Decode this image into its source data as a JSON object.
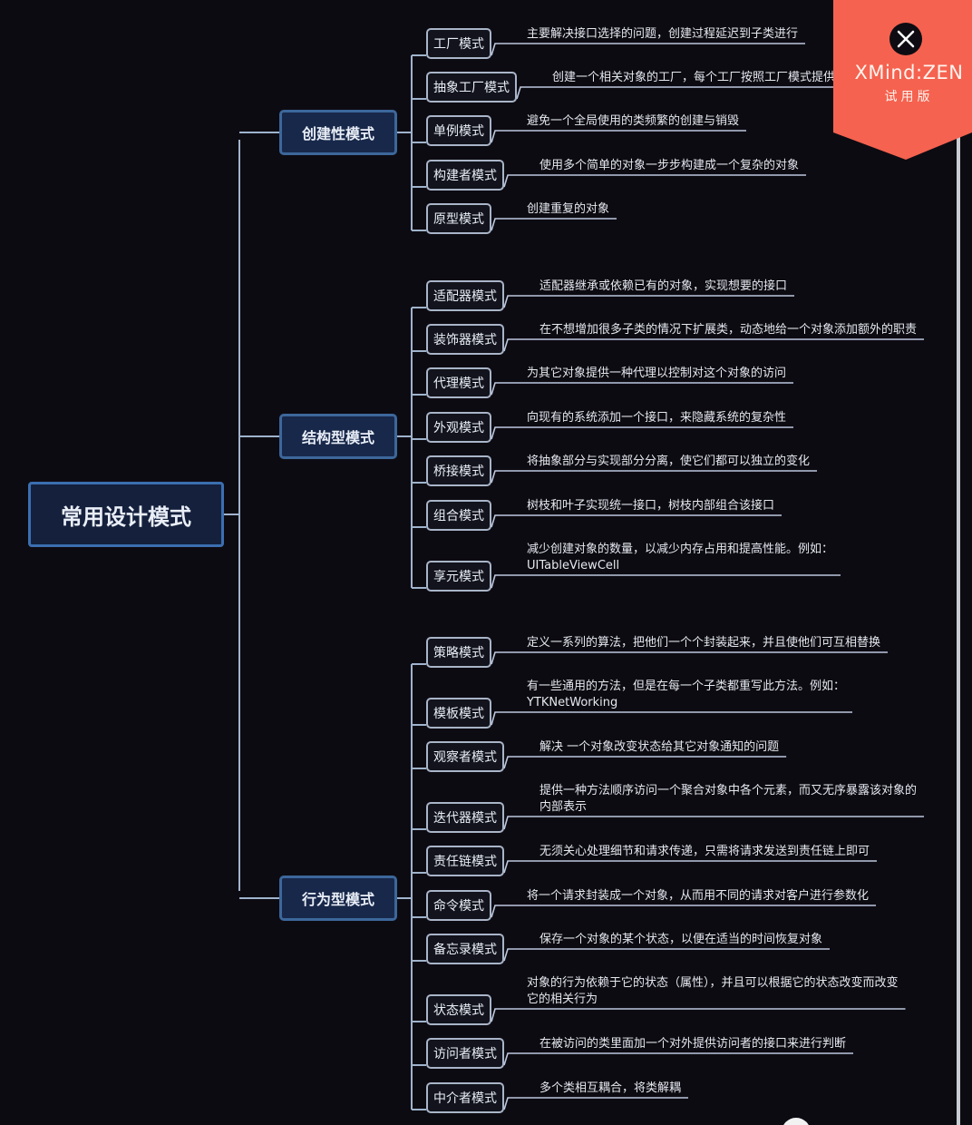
{
  "root": "常用设计模式",
  "branches": [
    {
      "label": "创建性模式",
      "items": [
        {
          "name": "工厂模式",
          "desc": "主要解决接口选择的问题，创建过程延迟到子类进行"
        },
        {
          "name": "抽象工厂模式",
          "desc": "创建一个相关对象的工厂，每个工厂按照工厂模式提供对象"
        },
        {
          "name": "单例模式",
          "desc": "避免一个全局使用的类频繁的创建与销毁"
        },
        {
          "name": "构建者模式",
          "desc": "使用多个简单的对象一步步构建成一个复杂的对象"
        },
        {
          "name": "原型模式",
          "desc": "创建重复的对象"
        }
      ]
    },
    {
      "label": "结构型模式",
      "items": [
        {
          "name": "适配器模式",
          "desc": "适配器继承或依赖已有的对象，实现想要的接口"
        },
        {
          "name": "装饰器模式",
          "desc": "在不想增加很多子类的情况下扩展类，动态地给一个对象添加额外的职责"
        },
        {
          "name": "代理模式",
          "desc": "为其它对象提供一种代理以控制对这个对象的访问"
        },
        {
          "name": "外观模式",
          "desc": "向现有的系统添加一个接口，来隐藏系统的复杂性"
        },
        {
          "name": "桥接模式",
          "desc": "将抽象部分与实现部分分离，使它们都可以独立的变化"
        },
        {
          "name": "组合模式",
          "desc": "树枝和叶子实现统一接口，树枝内部组合该接口"
        },
        {
          "name": "享元模式",
          "desc": "减少创建对象的数量，以减少内存占用和提高性能。例如：",
          "desc2": "UITableViewCell"
        }
      ]
    },
    {
      "label": "行为型模式",
      "items": [
        {
          "name": "策略模式",
          "desc": "定义一系列的算法，把他们一个个封装起来，并且使他们可互相替换"
        },
        {
          "name": "模板模式",
          "desc": "有一些通用的方法，但是在每一个子类都重写此方法。例如：",
          "desc2": "YTKNetWorking"
        },
        {
          "name": "观察者模式",
          "desc": "解决 一个对象改变状态给其它对象通知的问题"
        },
        {
          "name": "迭代器模式",
          "desc": "提供一种方法顺序访问一个聚合对象中各个元素，而又无序暴露该对象的",
          "desc2": "内部表示"
        },
        {
          "name": "责任链模式",
          "desc": "无须关心处理细节和请求传递，只需将请求发送到责任链上即可"
        },
        {
          "name": "命令模式",
          "desc": "将一个请求封装成一个对象，从而用不同的请求对客户进行参数化"
        },
        {
          "name": "备忘录模式",
          "desc": "保存一个对象的某个状态，以便在适当的时间恢复对象"
        },
        {
          "name": "状态模式",
          "desc": "对象的行为依赖于它的状态（属性），并且可以根据它的状态改变而改变",
          "desc2": "它的相关行为"
        },
        {
          "name": "访问者模式",
          "desc": "在被访问的类里面加一个对外提供访问者的接口来进行判断"
        },
        {
          "name": "中介者模式",
          "desc": "多个类相互耦合，将类解耦"
        }
      ]
    }
  ],
  "badge": {
    "name": "XMind:ZEN",
    "sub": "试用版",
    "color": "#f5624f"
  },
  "colors": {
    "background": "#0d0b12",
    "connector": "#9fb3cc",
    "underline": "#bcc8de"
  }
}
